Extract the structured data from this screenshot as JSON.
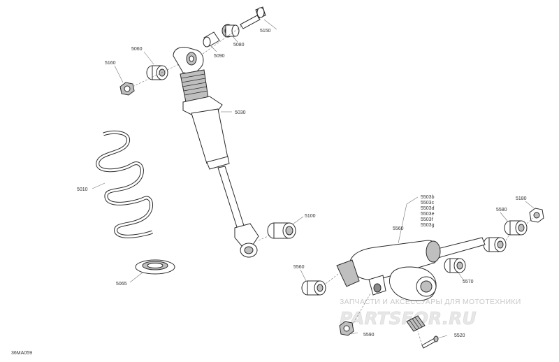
{
  "diagram": {
    "drawing_code": "36MA059",
    "callouts": {
      "c5150": "5150",
      "c5080": "5080",
      "c5090": "5090",
      "c5060a": "5060",
      "c5160": "5160",
      "c5030": "5030",
      "c5010": "5010",
      "c5100": "5100",
      "c5065": "5065",
      "c5180": "5180",
      "c5560": "5560",
      "c5580": "5580",
      "c5560b": "5560",
      "c5570": "5570",
      "c5590": "5590",
      "c5520": "5520",
      "variants": [
        "5503b",
        "5503c",
        "5503d",
        "5503e",
        "5503f",
        "5503g"
      ]
    }
  },
  "watermark": {
    "caption": "ЗАПЧАСТИ И АКСЕССУАРЫ ДЛЯ МОТОТЕХНИКИ",
    "logo": "PARTSFOR.RU"
  }
}
